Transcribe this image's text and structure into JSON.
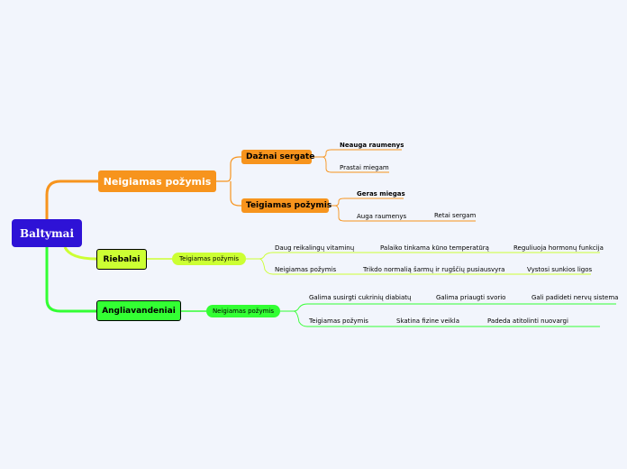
{
  "root": {
    "label": "Baltymai",
    "color": "#2e12d6"
  },
  "branches": {
    "neigiamas": {
      "label": "Neigiamas požymis",
      "color": "#f7941d",
      "dazni": {
        "label": "Dažnai sergate",
        "leaves": [
          "Neauga raumenys",
          "Prastai miegam"
        ]
      },
      "teigiamas": {
        "label": "Teigiamas požymis",
        "leaves": [
          "Geras miegas",
          "Auga raumenys",
          "Retai sergam"
        ]
      }
    },
    "riebalai": {
      "label": "Riebalai",
      "color": "#ccff33",
      "pill": "Teigiamas požymis",
      "row1": [
        "Daug reikalingų vitaminų",
        "Palaiko tinkama kūno temperatūrą",
        "Reguliuoja hormonų funkcija"
      ],
      "row2": [
        "Neigiamas požymis",
        "Trikdo normalią šarmų ir rugščių pusiausvyra",
        "Vystosi sunkios ligos"
      ]
    },
    "angliavandeniai": {
      "label": "Angliavandeniai",
      "color": "#33ff33",
      "pill": "Neigiamas požymis",
      "row1": [
        "Galima susirgti cukrinių diabiatų",
        "Galima priaugti svorio",
        "Gali padideti nervų sistema"
      ],
      "row2": [
        "Teigiamas požymis",
        "Skatina fizine veikla",
        "Padeda atitolinti nuovargi"
      ]
    }
  }
}
